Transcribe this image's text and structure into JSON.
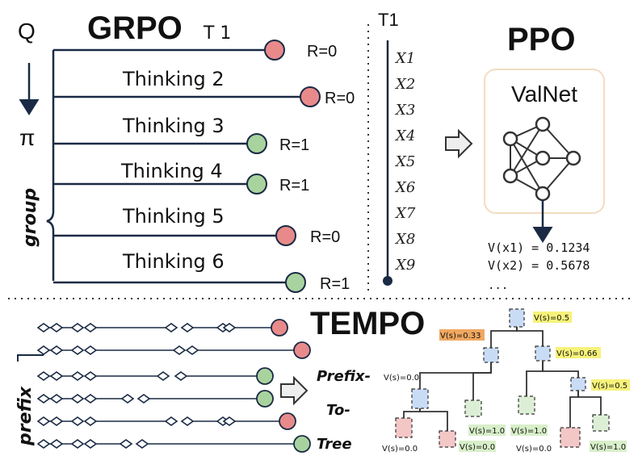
{
  "grpo": {
    "title": "GRPO",
    "query_label": "Q",
    "policy_label": "π",
    "group_label": "group",
    "trajectories": [
      {
        "label": "T 1",
        "reward": "R=0",
        "color": "#e88a8a"
      },
      {
        "label": "Thinking 2",
        "reward": "R=0",
        "color": "#e88a8a"
      },
      {
        "label": "Thinking 3",
        "reward": "R=1",
        "color": "#a9d39e"
      },
      {
        "label": "Thinking 4",
        "reward": "R=1",
        "color": "#a9d39e"
      },
      {
        "label": "Thinking 5",
        "reward": "R=0",
        "color": "#e88a8a"
      },
      {
        "label": "Thinking 6",
        "reward": "R=1",
        "color": "#a9d39e"
      }
    ]
  },
  "token_seq": {
    "title": "T1",
    "tokens": [
      "X1",
      "X2",
      "X3",
      "X4",
      "X5",
      "X6",
      "X7",
      "X8",
      "X9"
    ]
  },
  "ppo": {
    "title": "PPO",
    "valnet_label": "ValNet",
    "values": [
      "V(x1) = 0.1234",
      "V(x2) = 0.5678",
      "..."
    ]
  },
  "tempo": {
    "title": "TEMPO",
    "prefix_label": "prefix",
    "arrow_label": [
      "Prefix-",
      "To-",
      "Tree"
    ],
    "rollout_colors": [
      "#e88a8a",
      "#e88a8a",
      "#a9d39e",
      "#a9d39e",
      "#e88a8a",
      "#a9d39e"
    ],
    "tree_values": {
      "root": "V(s)=0.5",
      "n1": "V(s)=0.33",
      "n2": "V(s)=0.66",
      "n3": "V(s)=0.0",
      "n4": "V(s)=0.5",
      "l1": "V(s)=1.0",
      "l2": "V(s)=1.0",
      "l3": "V(s)=0.0",
      "l4": "V(s)=0.0",
      "l5": "V(s)=0.0",
      "l6": "V(s)=1.0"
    }
  },
  "colors": {
    "ink": "#1a2a44",
    "red_node": "#e88a8a",
    "green_node": "#a9d39e",
    "tree_blue": "#c9dcf5",
    "tree_green": "#dcefd6",
    "tree_red": "#f4c7c7",
    "label_yellow": "#f6f27a",
    "label_orange": "#f0a860",
    "label_green": "#d8efc9"
  }
}
